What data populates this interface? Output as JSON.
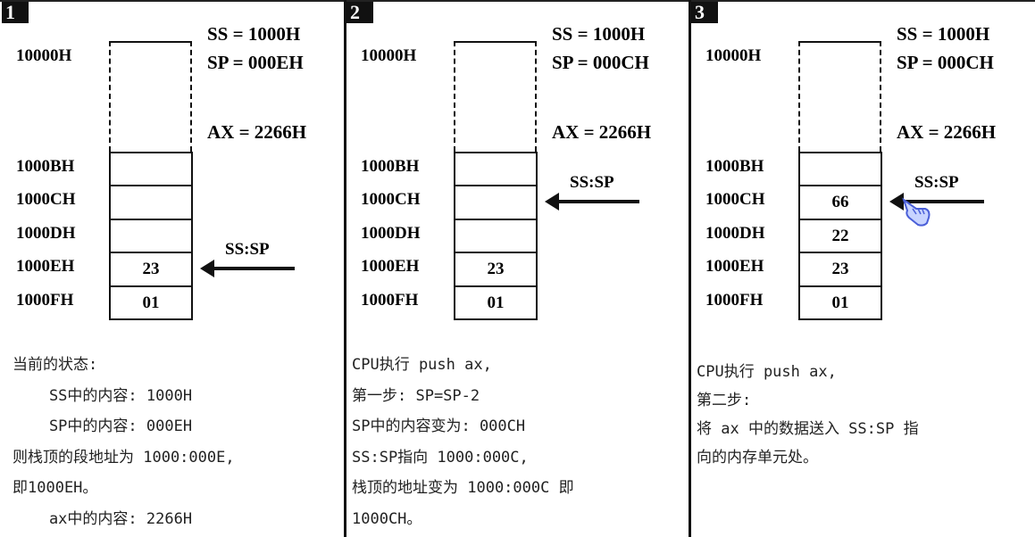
{
  "panels": [
    {
      "number": "1",
      "registers": {
        "ss": "SS = 1000H",
        "sp": "SP = 000EH",
        "ax": "AX = 2266H"
      },
      "top_address": "10000H",
      "cells": [
        {
          "address": "1000BH",
          "value": ""
        },
        {
          "address": "1000CH",
          "value": ""
        },
        {
          "address": "1000DH",
          "value": ""
        },
        {
          "address": "1000EH",
          "value": "23"
        },
        {
          "address": "1000FH",
          "value": "01"
        }
      ],
      "pointer_label": "SS:SP",
      "pointer_cell": "1000EH",
      "description": [
        "当前的状态:",
        "    SS中的内容: 1000H",
        "    SP中的内容: 000EH",
        "则栈顶的段地址为 1000:000E,",
        "即1000EH。",
        "    ax中的内容: 2266H"
      ]
    },
    {
      "number": "2",
      "registers": {
        "ss": "SS = 1000H",
        "sp": "SP = 000CH",
        "ax": "AX = 2266H"
      },
      "top_address": "10000H",
      "cells": [
        {
          "address": "1000BH",
          "value": ""
        },
        {
          "address": "1000CH",
          "value": ""
        },
        {
          "address": "1000DH",
          "value": ""
        },
        {
          "address": "1000EH",
          "value": "23"
        },
        {
          "address": "1000FH",
          "value": "01"
        }
      ],
      "pointer_label": "SS:SP",
      "pointer_cell": "1000CH",
      "description": [
        "CPU执行 push ax,",
        "第一步: SP=SP-2",
        "SP中的内容变为: 000CH",
        "SS:SP指向 1000:000C,",
        "栈顶的地址变为 1000:000C 即",
        "1000CH。"
      ]
    },
    {
      "number": "3",
      "registers": {
        "ss": "SS = 1000H",
        "sp": "SP = 000CH",
        "ax": "AX = 2266H"
      },
      "top_address": "10000H",
      "cells": [
        {
          "address": "1000BH",
          "value": ""
        },
        {
          "address": "1000CH",
          "value": "66"
        },
        {
          "address": "1000DH",
          "value": "22"
        },
        {
          "address": "1000EH",
          "value": "23"
        },
        {
          "address": "1000FH",
          "value": "01"
        }
      ],
      "pointer_label": "SS:SP",
      "pointer_cell": "1000CH",
      "pointer_icon": "hand-pointer-icon",
      "description": [
        "CPU执行 push ax,",
        "第二步:",
        "将 ax 中的数据送入 SS:SP 指",
        "向的内存单元处。"
      ]
    }
  ]
}
